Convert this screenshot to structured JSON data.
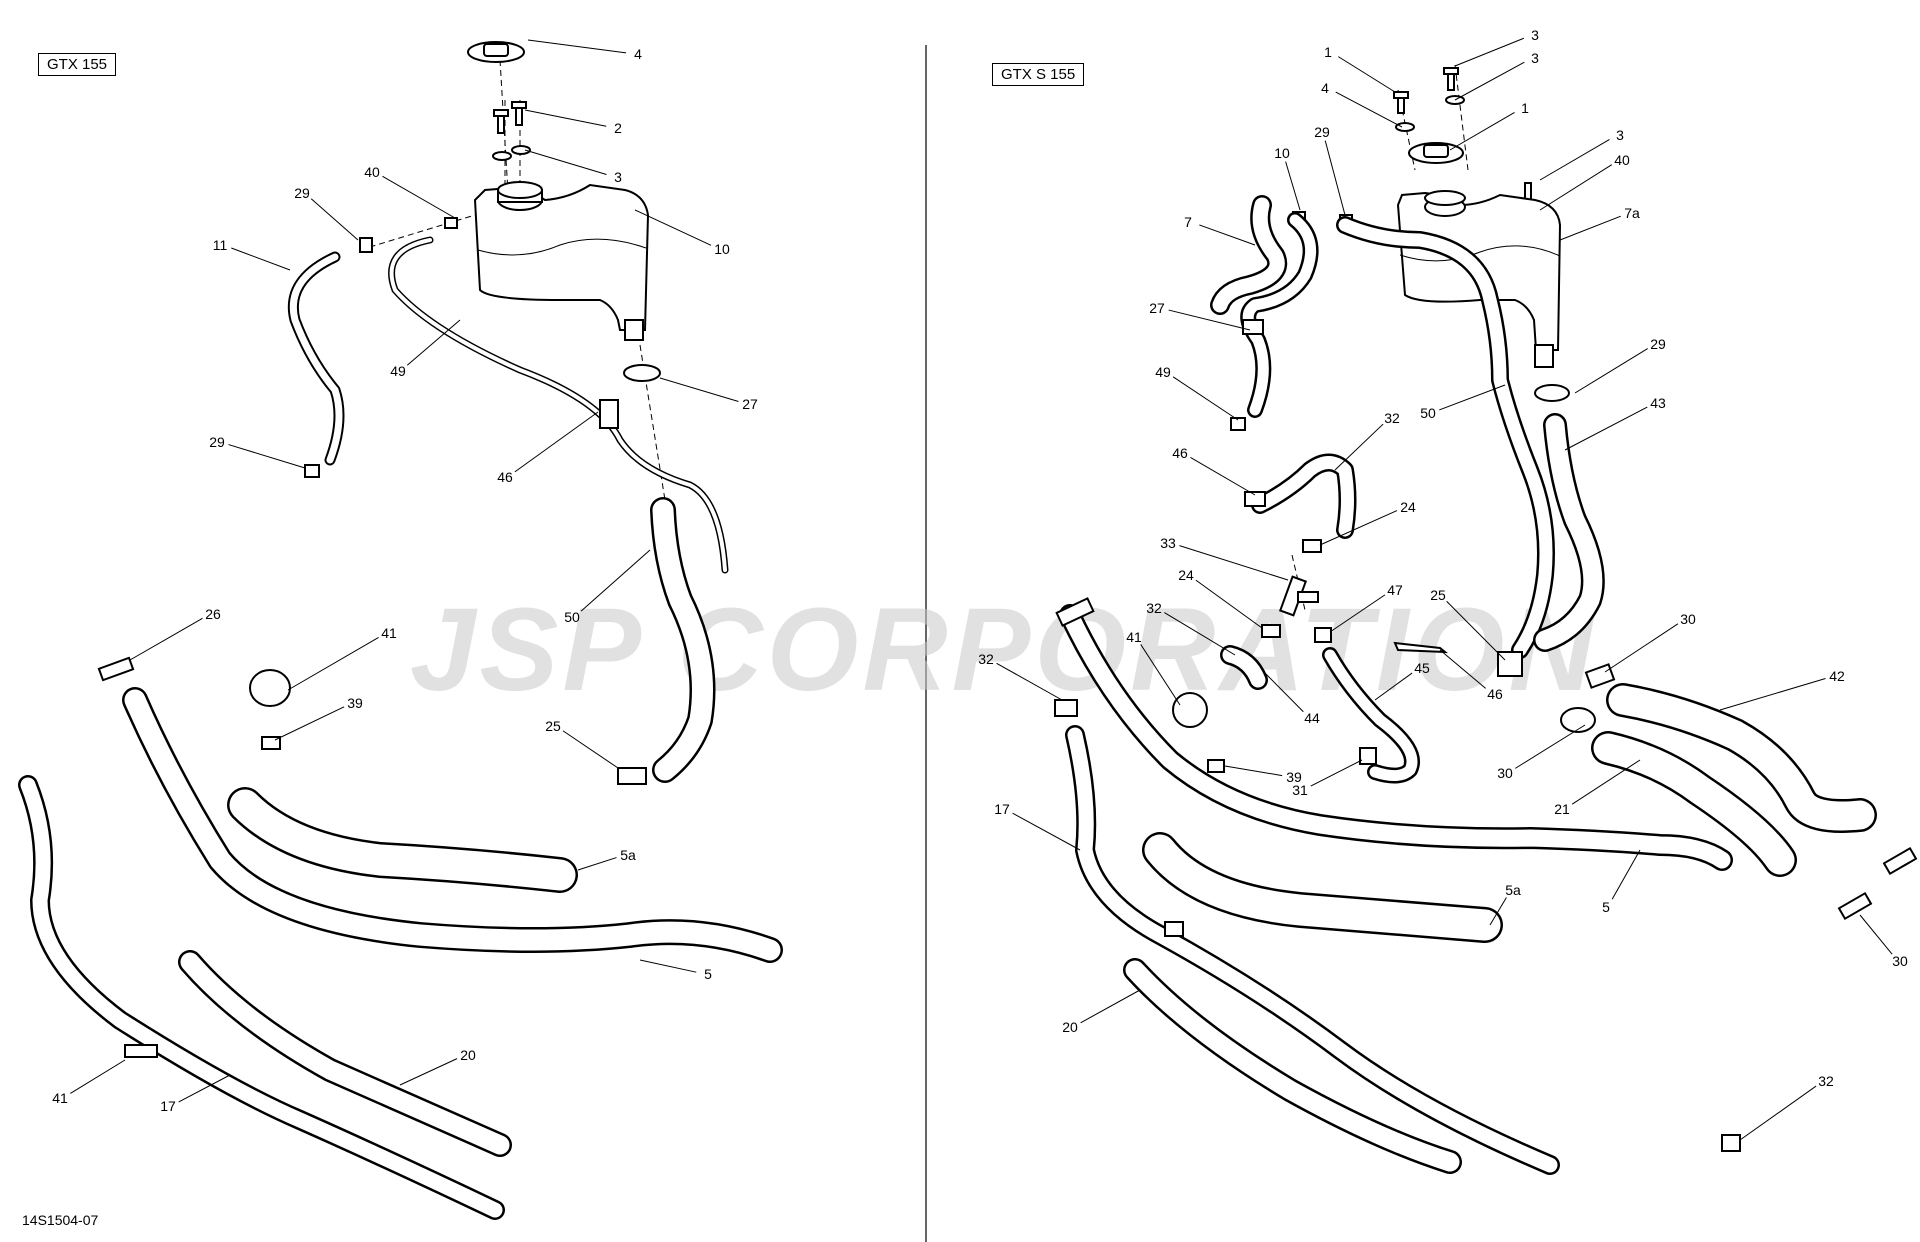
{
  "model_labels": {
    "left": "GTX 155",
    "right": "GTX S 155"
  },
  "document_id": "14S1504-07",
  "watermark": "JSP CORPORATION",
  "callouts": {
    "left": [
      "4",
      "2",
      "3",
      "40",
      "29",
      "10",
      "11",
      "49",
      "27",
      "29",
      "46",
      "50",
      "26",
      "41",
      "39",
      "25",
      "5a",
      "5",
      "20",
      "41",
      "17"
    ],
    "right": [
      "1",
      "3",
      "3",
      "4",
      "1",
      "3",
      "40",
      "29",
      "10",
      "7a",
      "7",
      "27",
      "29",
      "49",
      "50",
      "43",
      "32",
      "46",
      "24",
      "33",
      "24",
      "47",
      "25",
      "30",
      "32",
      "41",
      "45",
      "46",
      "32",
      "42",
      "44",
      "30",
      "39",
      "31",
      "21",
      "17",
      "5a",
      "5",
      "30",
      "20",
      "32"
    ]
  }
}
